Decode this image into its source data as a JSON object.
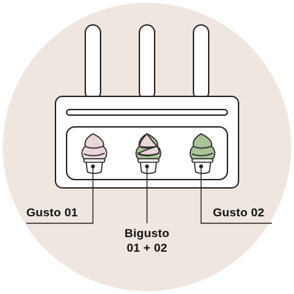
{
  "labels": {
    "left": "Gusto 01",
    "right": "Gusto 02",
    "center_line1": "Bigusto",
    "center_line2": "01 + 02"
  },
  "colors": {
    "background_circle": "#efe7df",
    "outline": "#2a2a2a",
    "machine_fill": "#ffffff",
    "gusto_01": "#ead6d6",
    "gusto_02": "#a8c496"
  },
  "icons": {
    "machine": "soft-serve-machine-icon",
    "cone": "soft-serve-cup-icon"
  }
}
